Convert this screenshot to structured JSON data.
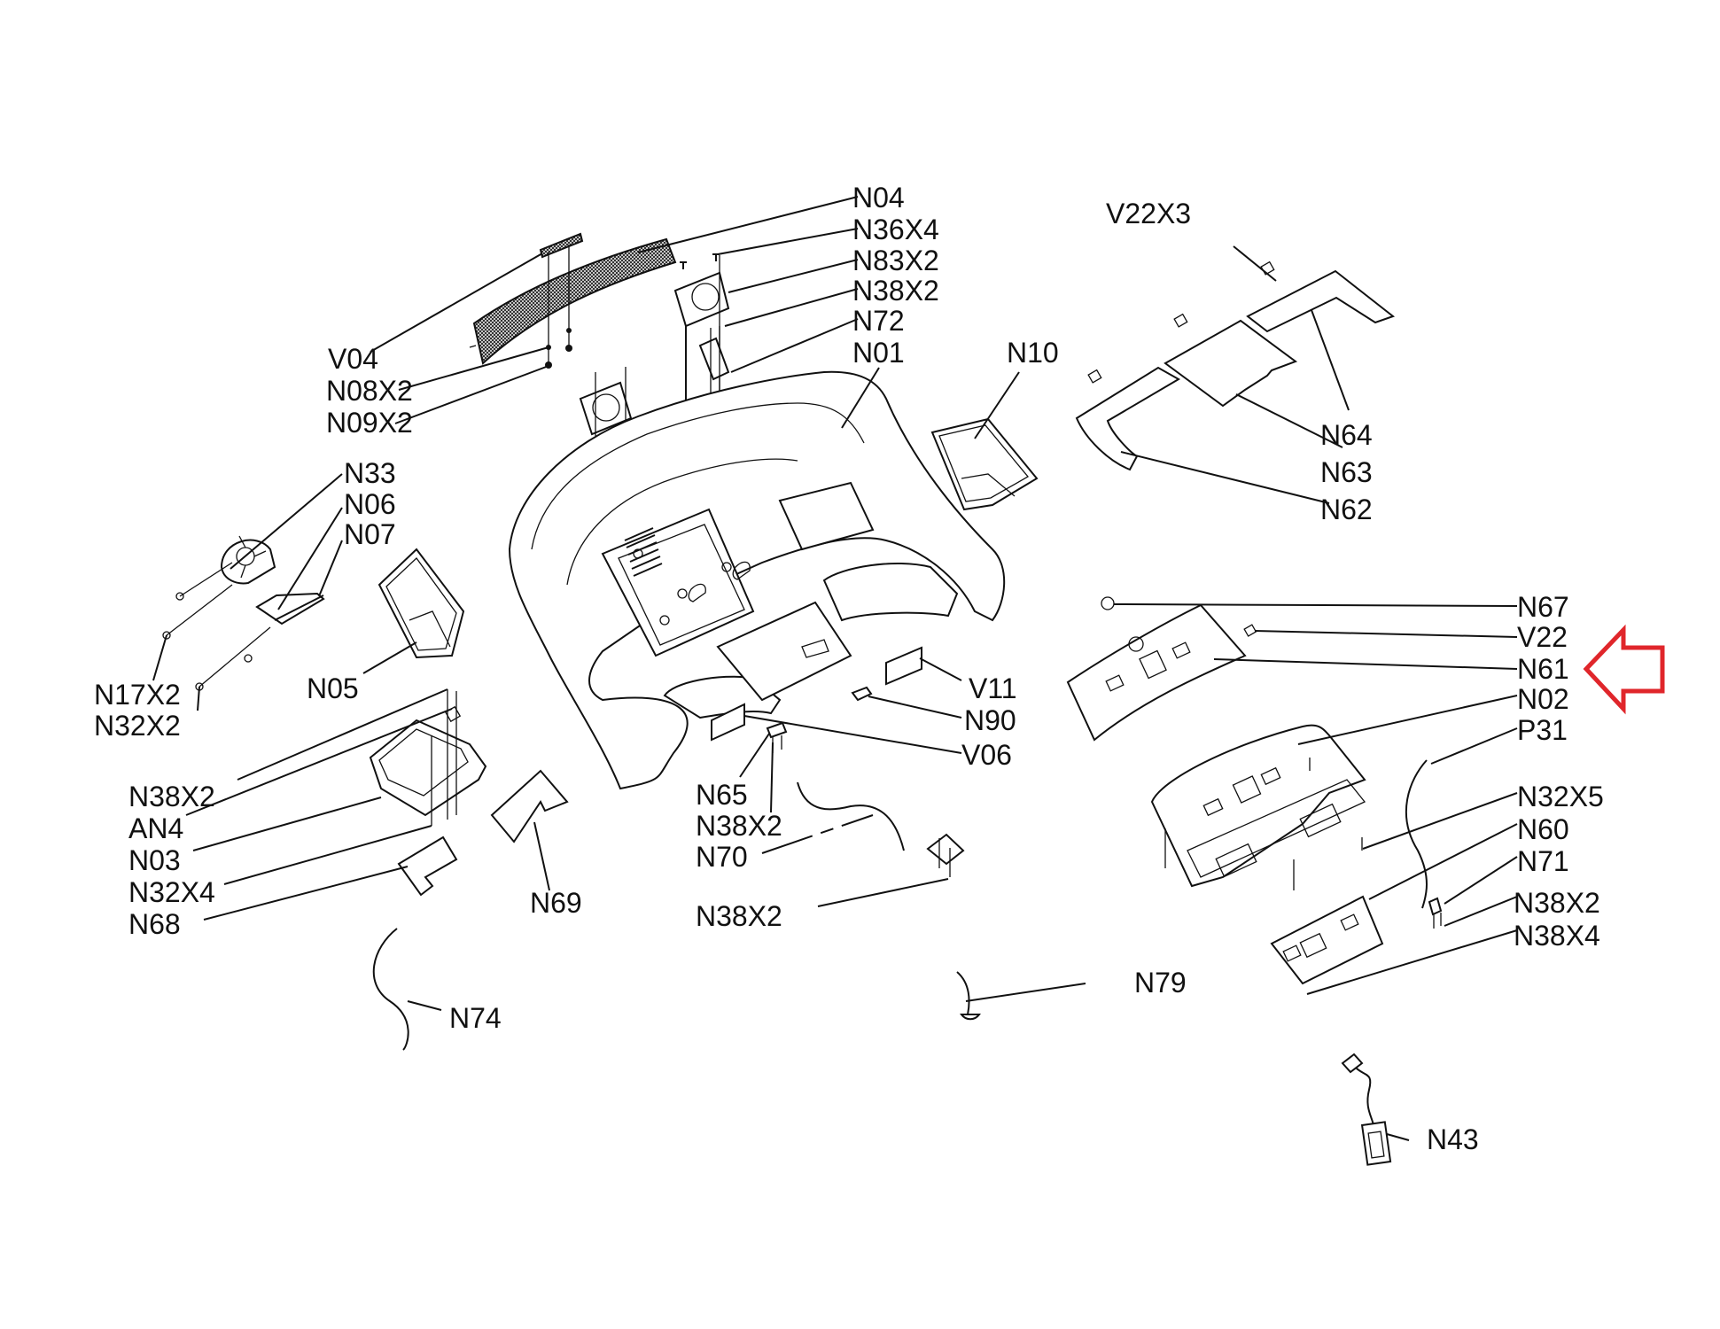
{
  "diagram": {
    "type": "exploded-parts-diagram",
    "subject": "treadmill console assembly",
    "highlight": {
      "part": "N61",
      "indicator": "red-arrow",
      "color": "#e0262b"
    },
    "labels": [
      {
        "id": "N04",
        "text": "N04"
      },
      {
        "id": "N36X4",
        "text": "N36X4"
      },
      {
        "id": "N83X2",
        "text": "N83X2"
      },
      {
        "id": "N38X2_a",
        "text": "N38X2"
      },
      {
        "id": "N72",
        "text": "N72"
      },
      {
        "id": "N01",
        "text": "N01"
      },
      {
        "id": "V04",
        "text": "V04"
      },
      {
        "id": "N08X2",
        "text": "N08X2"
      },
      {
        "id": "N09X2",
        "text": "N09X2"
      },
      {
        "id": "N10",
        "text": "N10"
      },
      {
        "id": "V22X3",
        "text": "V22X3"
      },
      {
        "id": "N64",
        "text": "N64"
      },
      {
        "id": "N63",
        "text": "N63"
      },
      {
        "id": "N62",
        "text": "N62"
      },
      {
        "id": "N33",
        "text": "N33"
      },
      {
        "id": "N06",
        "text": "N06"
      },
      {
        "id": "N07",
        "text": "N07"
      },
      {
        "id": "N17X2",
        "text": "N17X2"
      },
      {
        "id": "N32X2",
        "text": "N32X2"
      },
      {
        "id": "N05",
        "text": "N05"
      },
      {
        "id": "N67",
        "text": "N67"
      },
      {
        "id": "V22",
        "text": "V22"
      },
      {
        "id": "N61",
        "text": "N61"
      },
      {
        "id": "N02",
        "text": "N02"
      },
      {
        "id": "P31",
        "text": "P31"
      },
      {
        "id": "N32X5",
        "text": "N32X5"
      },
      {
        "id": "N60",
        "text": "N60"
      },
      {
        "id": "N71",
        "text": "N71"
      },
      {
        "id": "N38X2_b",
        "text": "N38X2"
      },
      {
        "id": "N38X4",
        "text": "N38X4"
      },
      {
        "id": "V11",
        "text": "V11"
      },
      {
        "id": "N90",
        "text": "N90"
      },
      {
        "id": "V06",
        "text": "V06"
      },
      {
        "id": "N65",
        "text": "N65"
      },
      {
        "id": "N38X2_c",
        "text": "N38X2"
      },
      {
        "id": "N70",
        "text": "N70"
      },
      {
        "id": "N38X2_d",
        "text": "N38X2"
      },
      {
        "id": "N38X2_e",
        "text": "N38X2"
      },
      {
        "id": "AN4",
        "text": "AN4"
      },
      {
        "id": "N03",
        "text": "N03"
      },
      {
        "id": "N32X4",
        "text": "N32X4"
      },
      {
        "id": "N68",
        "text": "N68"
      },
      {
        "id": "N69",
        "text": "N69"
      },
      {
        "id": "N74",
        "text": "N74"
      },
      {
        "id": "N79",
        "text": "N79"
      },
      {
        "id": "N43",
        "text": "N43"
      }
    ]
  }
}
